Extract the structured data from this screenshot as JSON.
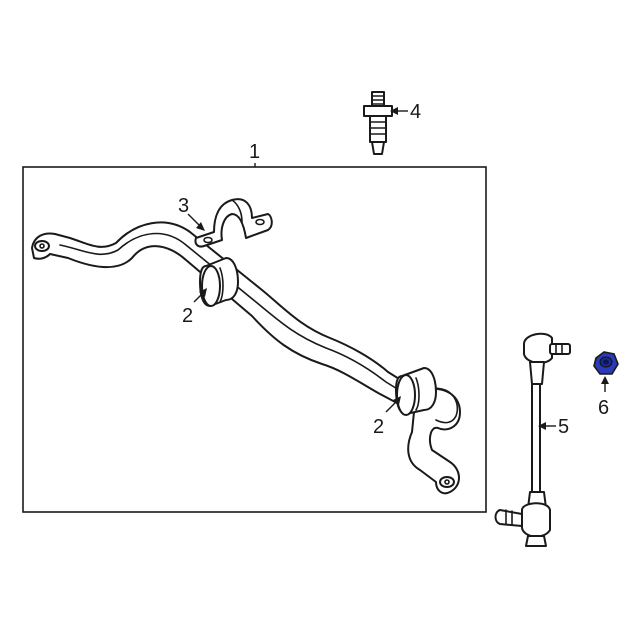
{
  "callouts": {
    "c1": "1",
    "c2a": "2",
    "c2b": "2",
    "c3": "3",
    "c4": "4",
    "c5": "5",
    "c6": "6"
  },
  "colors": {
    "line": "#1a1a1a",
    "highlight_part": "#2a3bb5",
    "background": "#ffffff"
  }
}
